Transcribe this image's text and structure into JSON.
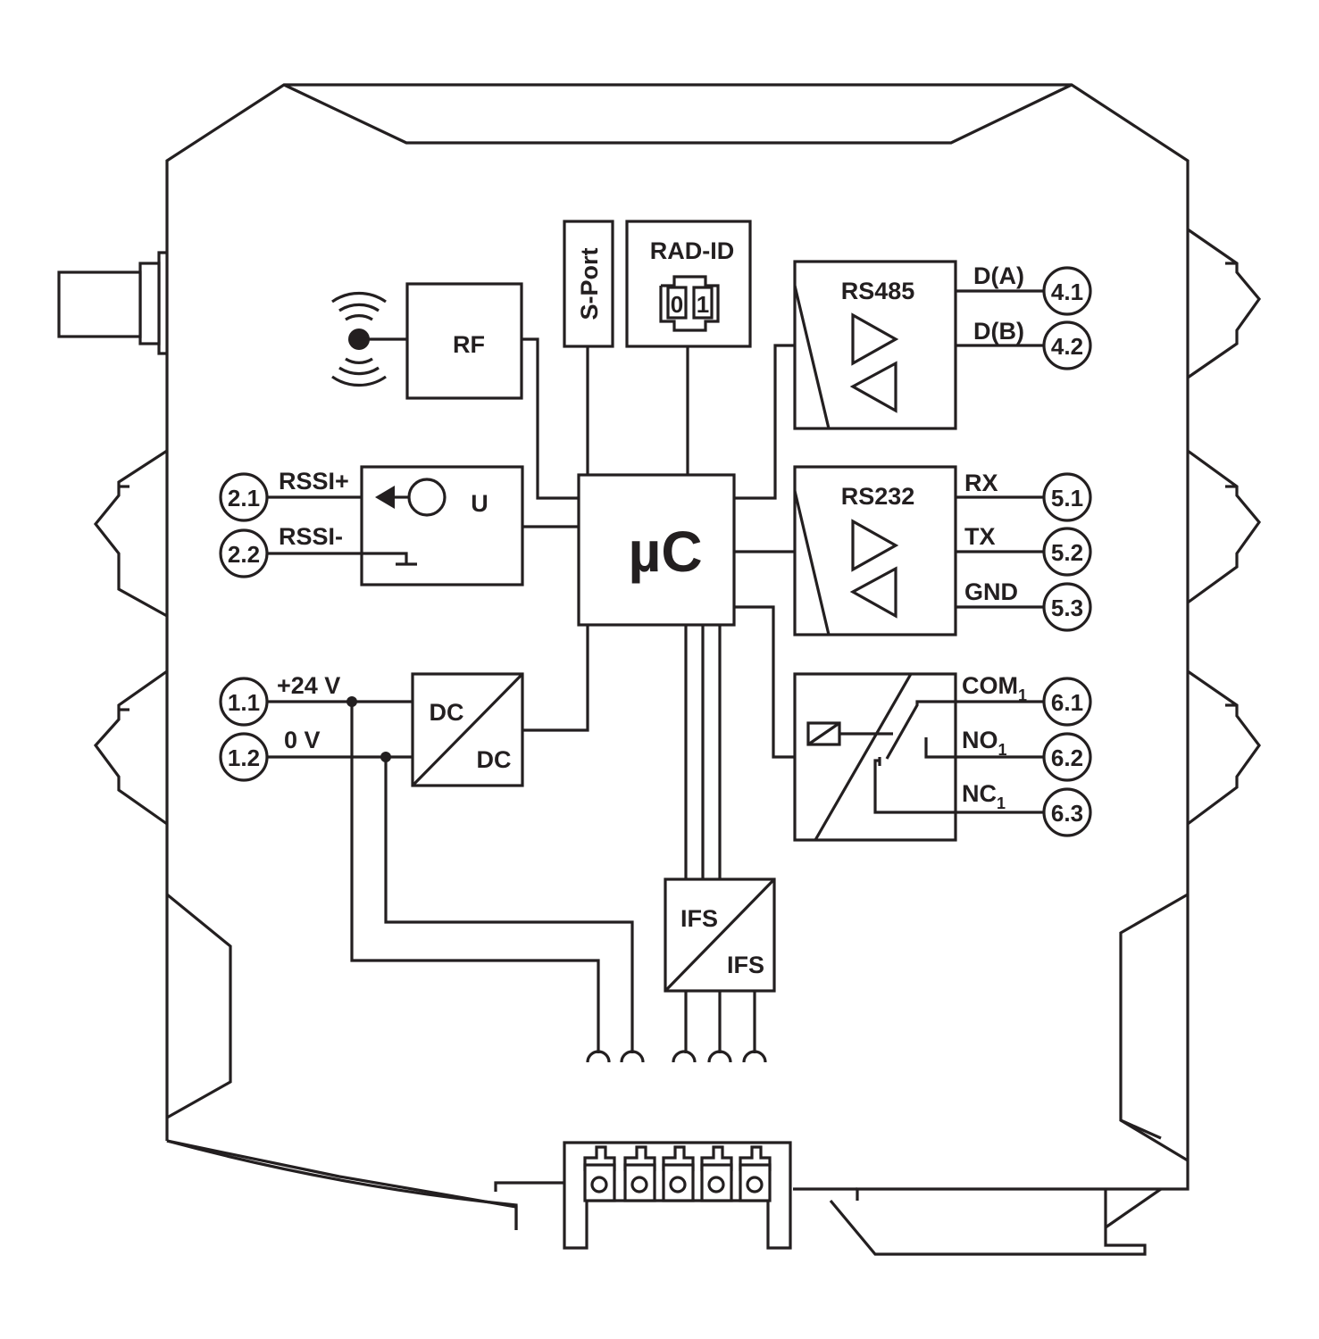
{
  "blocks": {
    "rf": "RF",
    "sport": "S-Port",
    "radid": "RAD-ID",
    "radid_switch": [
      "0",
      "1"
    ],
    "rs485": "RS485",
    "rs232": "RS232",
    "u": "U",
    "uc": "µC",
    "dc_in": "DC",
    "dc_out": "DC",
    "ifs_in": "IFS",
    "ifs_out": "IFS"
  },
  "signals": {
    "rssi_plus": "RSSI+",
    "rssi_minus": "RSSI-",
    "v24": "+24 V",
    "v0": "0 V",
    "da": "D(A)",
    "db": "D(B)",
    "rx": "RX",
    "tx": "TX",
    "gnd": "GND",
    "com": "COM",
    "no": "NO",
    "nc": "NC",
    "relay_index": "1"
  },
  "terminals": {
    "t11": "1.1",
    "t12": "1.2",
    "t21": "2.1",
    "t22": "2.2",
    "t41": "4.1",
    "t42": "4.2",
    "t51": "5.1",
    "t52": "5.2",
    "t53": "5.3",
    "t61": "6.1",
    "t62": "6.2",
    "t63": "6.3"
  }
}
